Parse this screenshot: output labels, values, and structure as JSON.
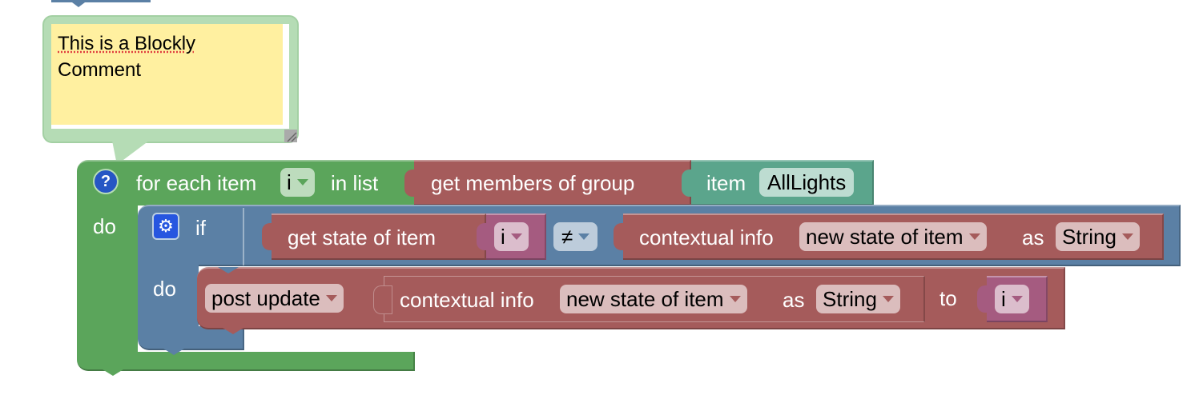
{
  "comment": {
    "text_line1": "This is a Blockly",
    "text_line2": "Comment",
    "colors": {
      "border": "#b5dcb5",
      "background": "#fff0a0"
    }
  },
  "for_each_block": {
    "help_icon": "?",
    "label_for_each": "for each item",
    "variable": "i",
    "label_in_list": "in list",
    "label_do": "do",
    "color": "#5ba55b"
  },
  "group_block": {
    "label": "get members of group",
    "color": "#a55b5b"
  },
  "item_block": {
    "label": "item",
    "value": "AllLights",
    "color": "#5ba58c"
  },
  "if_block": {
    "label_if": "if",
    "label_do": "do",
    "color": "#5b80a5"
  },
  "get_state_block": {
    "label": "get state of item",
    "variable": "i"
  },
  "compare_operator": {
    "value": "≠"
  },
  "contextual_info_condition": {
    "label": "contextual info",
    "info_value": "new state of item",
    "label_as": "as",
    "type_value": "String"
  },
  "post_update_block": {
    "action_value": "post update",
    "label_to": "to",
    "variable": "i"
  },
  "contextual_info_action": {
    "label": "contextual info",
    "info_value": "new state of item",
    "label_as": "as",
    "type_value": "String"
  }
}
